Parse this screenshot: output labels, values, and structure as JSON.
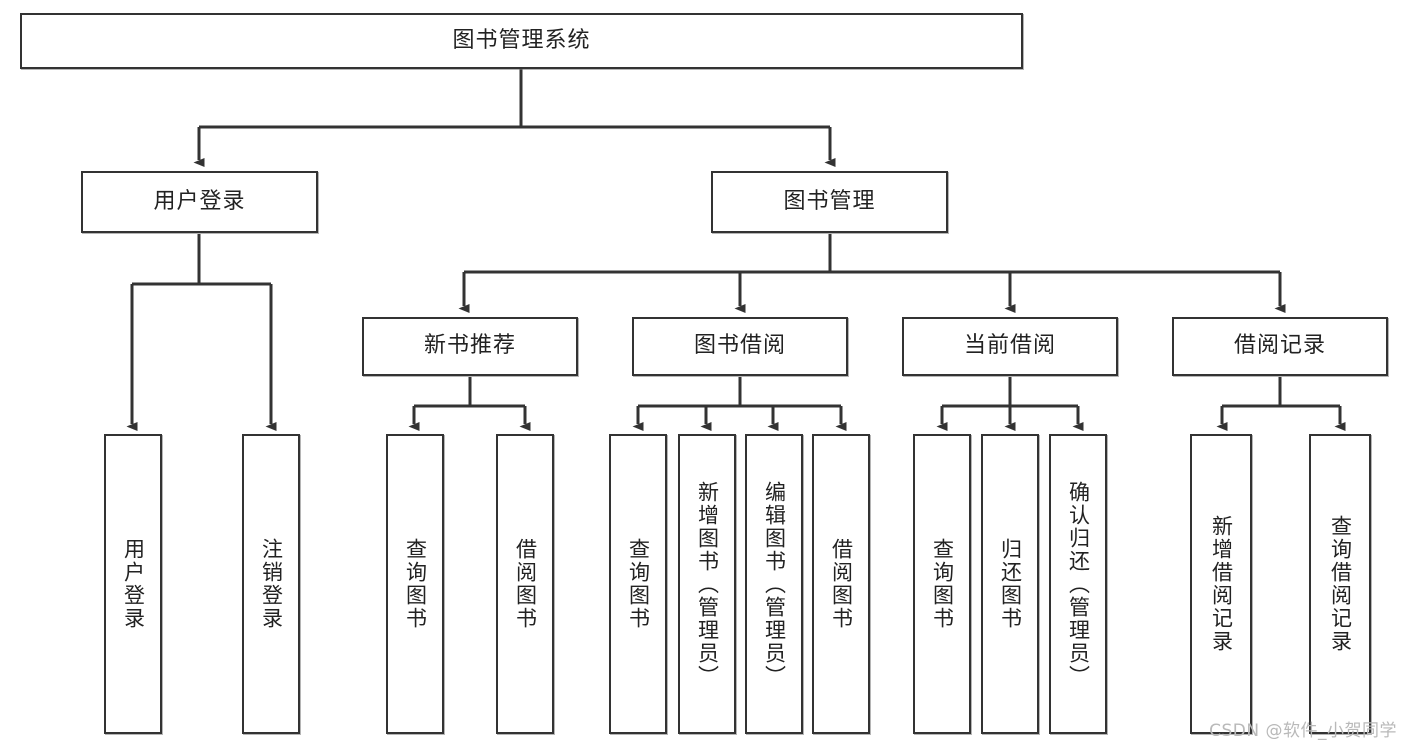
{
  "diagram": {
    "title": "图书管理系统",
    "watermark": "CSDN @软件_小贺同学",
    "colors": {
      "box_border": "#333333",
      "box_fill": "#ffffff",
      "edge": "#333333",
      "text": "#222222",
      "watermark": "#b9b9b9"
    },
    "levels": {
      "root": {
        "label": "图书管理系统"
      },
      "level2": [
        {
          "id": "user-login",
          "label": "用户登录"
        },
        {
          "id": "book-management",
          "label": "图书管理"
        }
      ],
      "level3": [
        {
          "id": "new-book-recommend",
          "label": "新书推荐"
        },
        {
          "id": "book-borrow",
          "label": "图书借阅"
        },
        {
          "id": "current-borrow",
          "label": "当前借阅"
        },
        {
          "id": "borrow-record",
          "label": "借阅记录"
        }
      ],
      "leaves": [
        {
          "id": "leaf-user-login",
          "label": "用户登录",
          "parent": "user-login"
        },
        {
          "id": "leaf-logout-login",
          "label": "注销登录",
          "parent": "user-login"
        },
        {
          "id": "leaf-query-book-1",
          "label": "查询图书",
          "parent": "new-book-recommend"
        },
        {
          "id": "leaf-borrow-book-1",
          "label": "借阅图书",
          "parent": "new-book-recommend"
        },
        {
          "id": "leaf-query-book-2",
          "label": "查询图书",
          "parent": "book-borrow"
        },
        {
          "id": "leaf-add-book",
          "label": "新增图书（管理员）",
          "parent": "book-borrow"
        },
        {
          "id": "leaf-edit-book",
          "label": "编辑图书（管理员）",
          "parent": "book-borrow"
        },
        {
          "id": "leaf-borrow-book-2",
          "label": "借阅图书",
          "parent": "book-borrow"
        },
        {
          "id": "leaf-query-book-3",
          "label": "查询图书",
          "parent": "current-borrow"
        },
        {
          "id": "leaf-return-book",
          "label": "归还图书",
          "parent": "current-borrow"
        },
        {
          "id": "leaf-confirm-return",
          "label": "确认归还（管理员）",
          "parent": "current-borrow"
        },
        {
          "id": "leaf-add-record",
          "label": "新增借阅记录",
          "parent": "borrow-record"
        },
        {
          "id": "leaf-query-record",
          "label": "查询借阅记录",
          "parent": "borrow-record"
        }
      ]
    }
  }
}
